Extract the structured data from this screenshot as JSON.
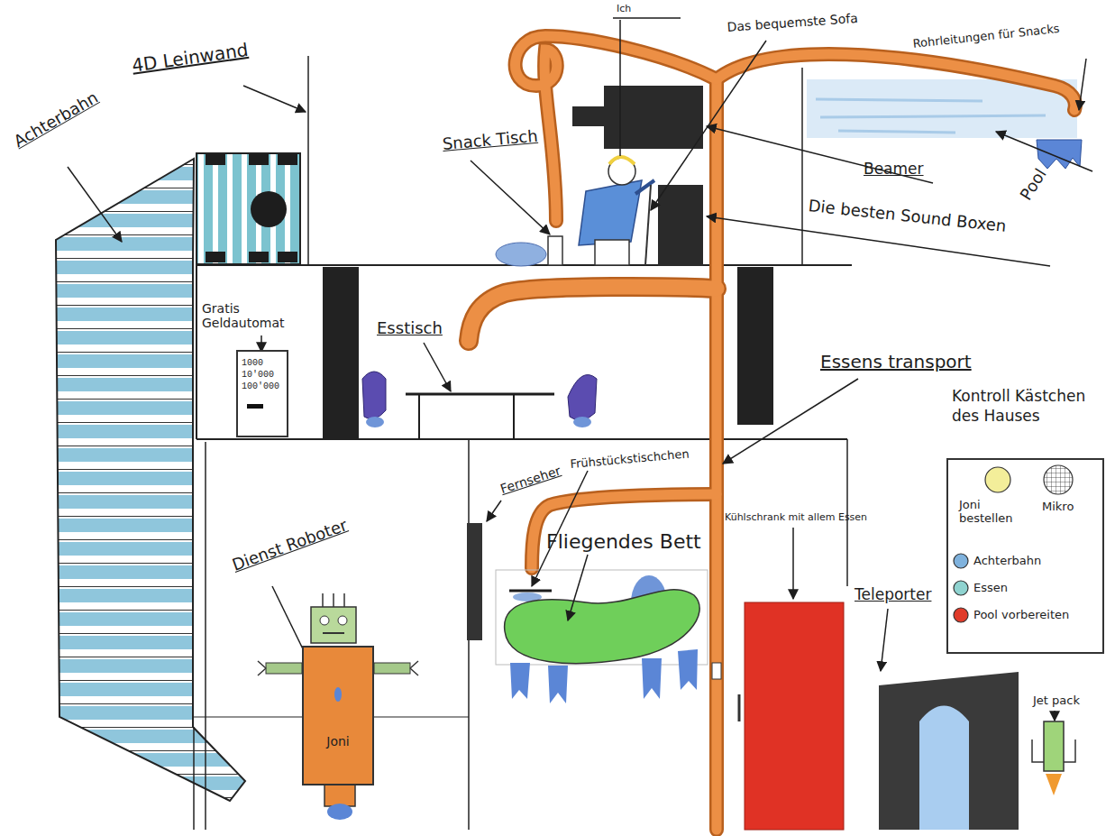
{
  "diagram": {
    "nodes": [
      {
        "text": [
          "1000",
          "10'000",
          "100'000"
        ]
      },
      {
        "text": [
          "Joni"
        ]
      },
      {
        "text": [
          "Kontroll Kästchen des Hauses"
        ]
      }
    ],
    "labels": [
      "Achterbahn",
      "4D Leinwand",
      "Gratis Geldautomat",
      "Esstisch",
      "Snack Tisch",
      "Ich",
      "Das bequemste Sofa",
      "Rohrleitungen für Snacks",
      "Beamer",
      "Pool",
      "Die besten Sound Boxen",
      "Essens transport",
      "Dienst Roboter",
      "Fernseher",
      "Frühstückstischchen",
      "Fliegendes Bett",
      "Kühlschrank mit allem Essen",
      "Teleporter",
      "Jet pack"
    ],
    "legend": [
      {
        "text": "Joni bestellen",
        "color": "#f3ee9a"
      },
      {
        "text": "Mikro"
      },
      {
        "text": "Achterbahn",
        "color": "#7fb2dd"
      },
      {
        "text": "Essen",
        "color": "#8fd3d0"
      },
      {
        "text": "Pool vorbereiten",
        "color": "#e03b2a"
      }
    ]
  }
}
